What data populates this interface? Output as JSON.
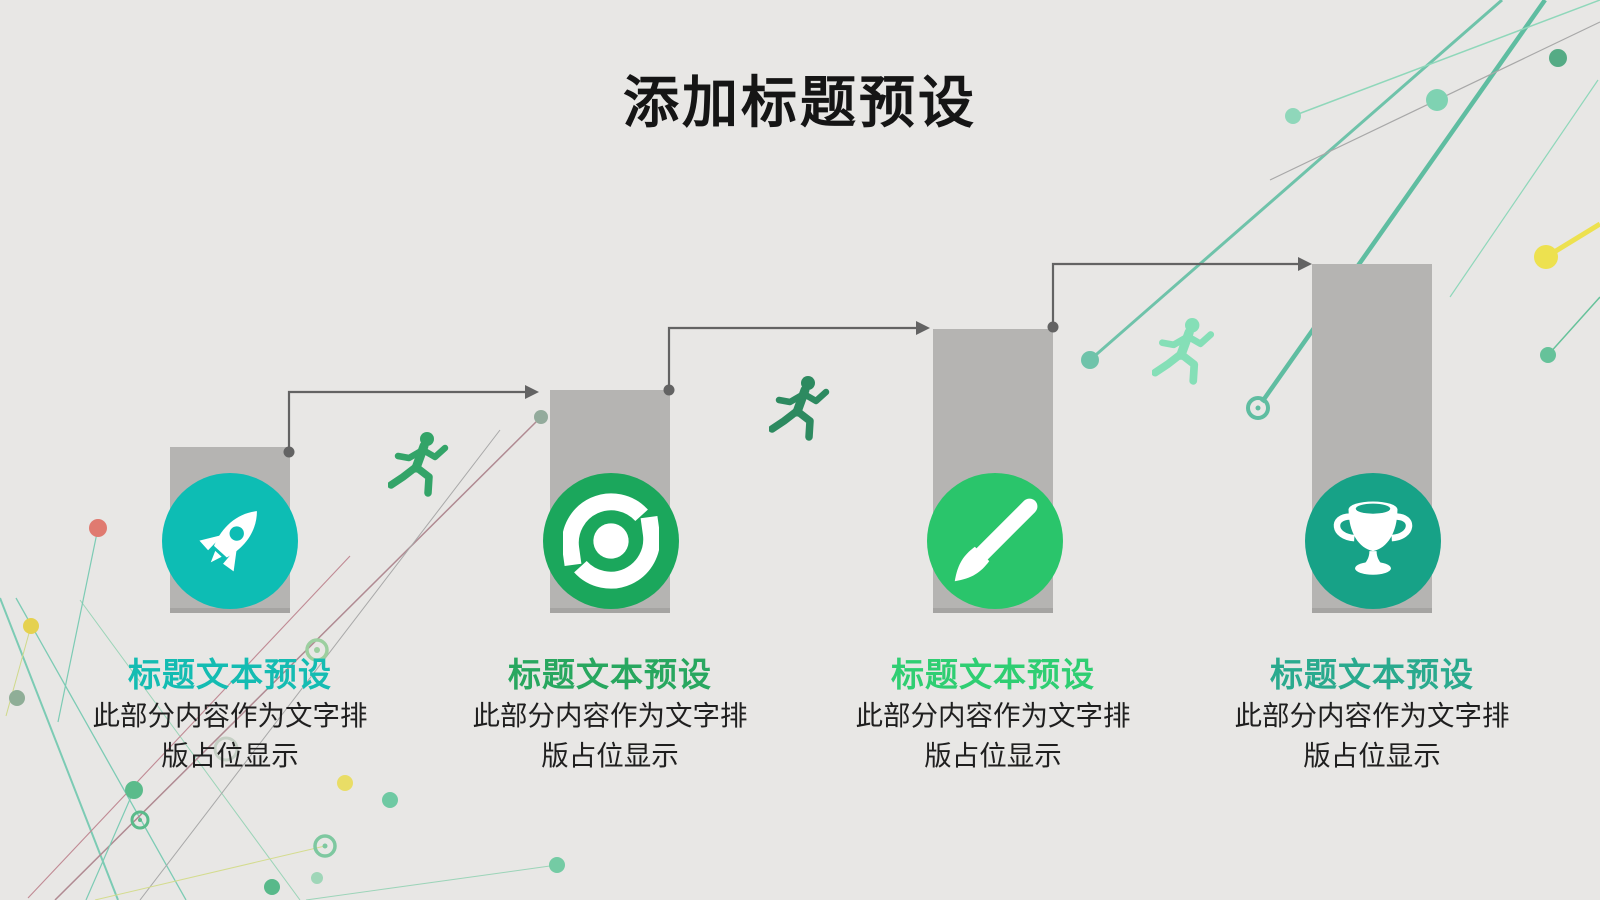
{
  "slide": {
    "title": "添加标题预设",
    "colors": {
      "background": "#e8e7e5",
      "bar": "#b5b4b2",
      "connector": "#636363",
      "title_text": "#151515",
      "body_text": "#1f1f1f",
      "decor_teal": "#6fc3aa",
      "decor_mint": "#7fd2b2",
      "decor_yellow": "#e9d354",
      "decor_red": "#e07a70",
      "decor_pink_line": "#b08a92"
    },
    "steps": [
      {
        "icon": "rocket-icon",
        "accent": "#0dbdb4",
        "title_color": "#14bcb2",
        "title": "标题文本预设",
        "body_lines": [
          "此部分内容作为文字排",
          "版占位显示"
        ]
      },
      {
        "icon": "sync-icon",
        "accent": "#1ba75c",
        "title_color": "#28a75f",
        "title": "标题文本预设",
        "body_lines": [
          "此部分内容作为文字排",
          "版占位显示"
        ]
      },
      {
        "icon": "paintbrush-icon",
        "accent": "#2ac56b",
        "title_color": "#2fce72",
        "title": "标题文本预设",
        "body_lines": [
          "此部分内容作为文字排",
          "版占位显示"
        ]
      },
      {
        "icon": "trophy-icon",
        "accent": "#17a287",
        "title_color": "#2aaa8e",
        "title": "标题文本预设",
        "body_lines": [
          "此部分内容作为文字排",
          "版占位显示"
        ]
      }
    ],
    "runners": [
      {
        "icon": "running-person-icon",
        "color": "#33a468"
      },
      {
        "icon": "running-person-icon",
        "color": "#2d8a60"
      },
      {
        "icon": "running-person-icon",
        "color": "#85dfb7"
      }
    ]
  }
}
